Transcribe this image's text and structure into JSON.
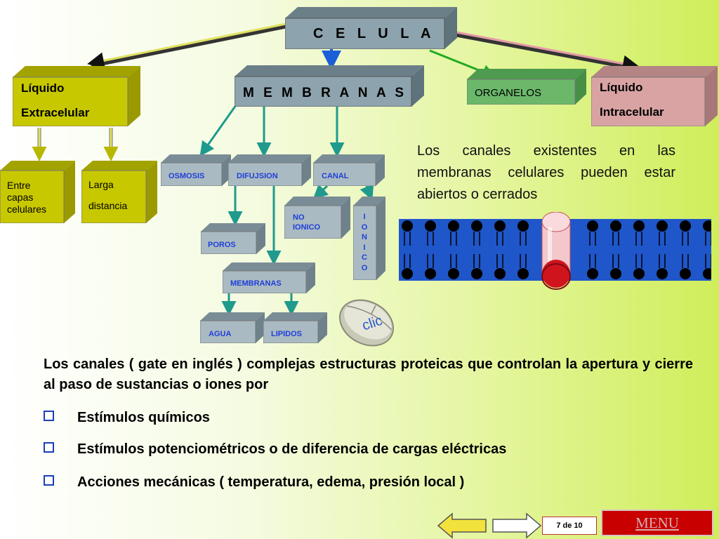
{
  "diagram": {
    "root": "C E L U L A",
    "level1": {
      "liquido_extracelular": [
        "Líquido",
        "Extracelular"
      ],
      "membranas": "M E M B R A N A S",
      "organelos": "ORGANELOS",
      "liquido_intracelular": [
        "Líquido",
        "Intracelular"
      ]
    },
    "extracelular_children": {
      "entre_capas": [
        "Entre",
        "capas",
        "celulares"
      ],
      "larga_distancia": [
        "Larga",
        "distancia"
      ]
    },
    "membranas_children": {
      "osmosis": "OSMOSIS",
      "difusion": "DIFUJSION",
      "canal": "CANAL",
      "poros": "POROS",
      "membranas_sub": "MEMBRANAS",
      "agua": "AGUA",
      "lipidos": "LIPIDOS",
      "no_ionico": [
        "NO",
        "IONICO"
      ],
      "ionico": "I O N I C O"
    }
  },
  "channel_note": "Los canales existentes en las membranas celulares pueden estar abiertos o cerrados",
  "clic_label": "clic",
  "body": {
    "paragraph": "Los canales ( gate en inglés ) complejas estructuras proteicas que controlan la apertura y cierre al paso de sustancias o iones por",
    "bullets": [
      "Estímulos químicos",
      "Estímulos potenciométricos o de diferencia de cargas eléctricas",
      "Acciones mecánicas ( temperatura, edema, presión local )"
    ]
  },
  "navigation": {
    "page_counter": "7 de 10",
    "menu_label": "MENU"
  },
  "colors": {
    "root_box": "#8da3ad",
    "yellow_box": "#c8c800",
    "gray_box": "#8da3ad",
    "green_box": "#6bb86b",
    "pink_box": "#d9a3a3",
    "teal_arrow": "#1f9a8c",
    "membrane_blue": "#1f56c9",
    "menu_red": "#c80000"
  }
}
